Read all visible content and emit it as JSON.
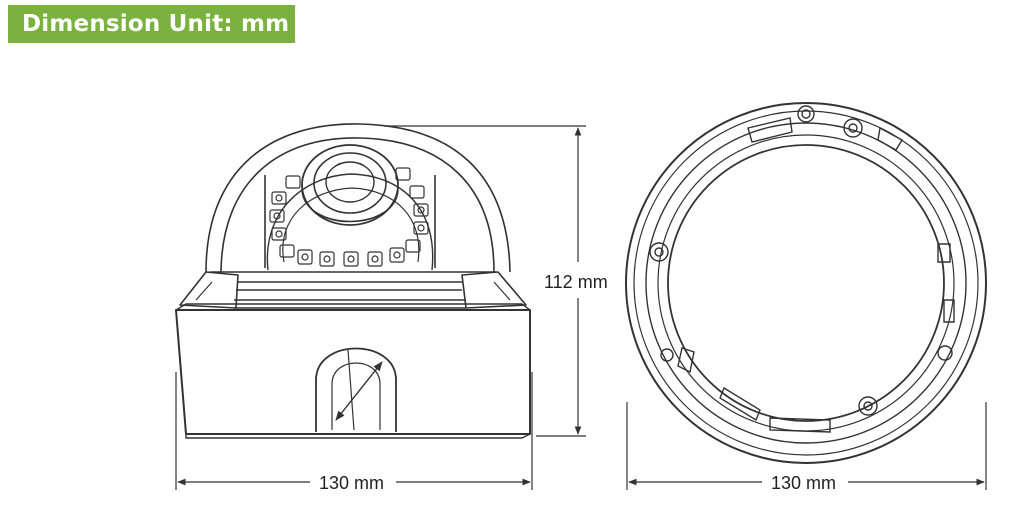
{
  "header": {
    "title": "Dimension Unit: mm"
  },
  "dimensions": {
    "side_width": "130 mm",
    "height": "112 mm",
    "base_width": "130 mm"
  },
  "colors": {
    "badge_bg": "#7bb13f",
    "badge_text": "#ffffff",
    "line": "#333333"
  },
  "icons": [
    "dome-camera-side-view",
    "mounting-ring-bottom-view"
  ]
}
